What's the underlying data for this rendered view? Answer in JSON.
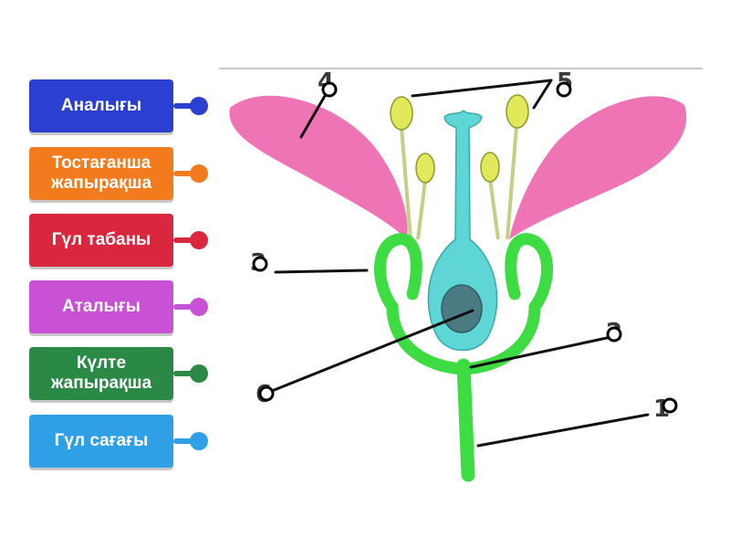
{
  "labels": [
    {
      "text": "Аналығы",
      "color": "#2b3fd1"
    },
    {
      "text": "Тостағанша\nжапырақша",
      "color": "#f27b1e"
    },
    {
      "text": "Гүл табаны",
      "color": "#d9283e"
    },
    {
      "text": "Аталығы",
      "color": "#c851d6"
    },
    {
      "text": "Күлте\nжапырақша",
      "color": "#2a8a45"
    },
    {
      "text": "Гүл сағағы",
      "color": "#2f9fe6"
    }
  ],
  "diagram": {
    "numbers": [
      "4",
      "5",
      "3",
      "2",
      "6",
      "1"
    ],
    "colors": {
      "petal": "#ee74b6",
      "green": "#3ddc43",
      "pistil": "#5ed6d6",
      "ovary": "#4a7a82",
      "anther": "#e1e85a",
      "filament": "#c2cf84"
    }
  }
}
